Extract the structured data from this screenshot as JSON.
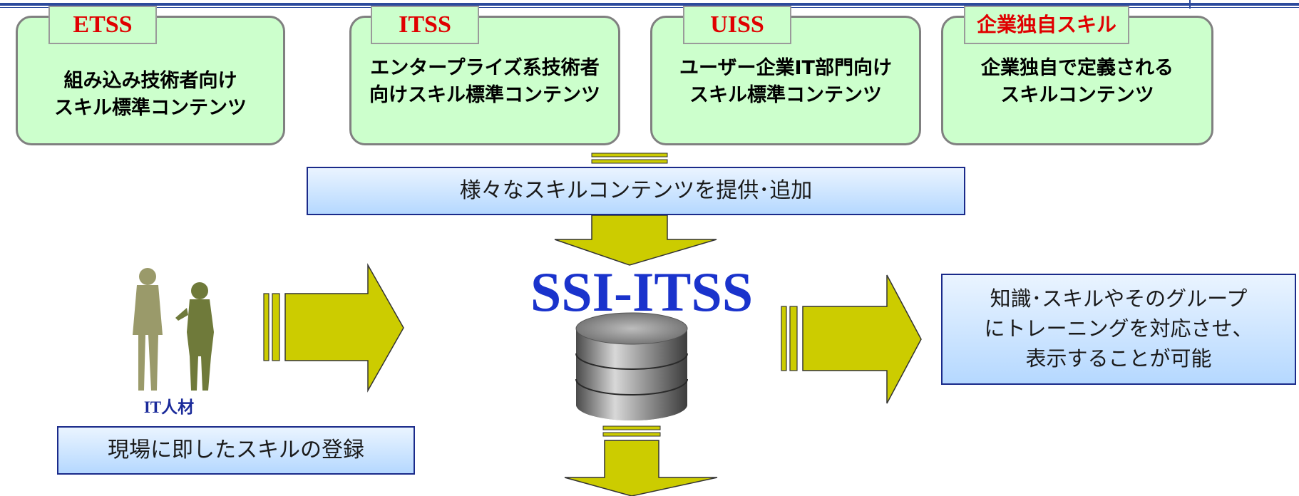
{
  "cards": [
    {
      "tag": "ETSS",
      "lines": [
        "組み込み技術者向け",
        "スキル標準コンテンツ"
      ]
    },
    {
      "tag": "ITSS",
      "lines": [
        "エンタープライズ系技術者",
        "向けスキル標準コンテンツ"
      ]
    },
    {
      "tag": "UISS",
      "lines": [
        "ユーザー企業IT部門向け",
        "スキル標準コンテンツ"
      ]
    },
    {
      "tag": "企業独自スキル",
      "lines": [
        "企業独自で定義される",
        "スキルコンテンツ"
      ]
    }
  ],
  "provide_label": "様々なスキルコンテンツを提供･追加",
  "system_name": "SSI-ITSS",
  "it_person_label": "IT人材",
  "register_label": "現場に即したスキルの登録",
  "training_lines": [
    "知識･スキルやそのグループ",
    "にトレーニングを対応させ、",
    "表示することが可能"
  ],
  "colors": {
    "card_fill": "#ccffcc",
    "tag_text": "#e00000",
    "arrow": "#cccc00",
    "title": "#1a33cc",
    "box_border": "#1a2a8a"
  },
  "icons": {
    "people": "silhouette-people-icon",
    "database": "database-cylinder-icon"
  }
}
